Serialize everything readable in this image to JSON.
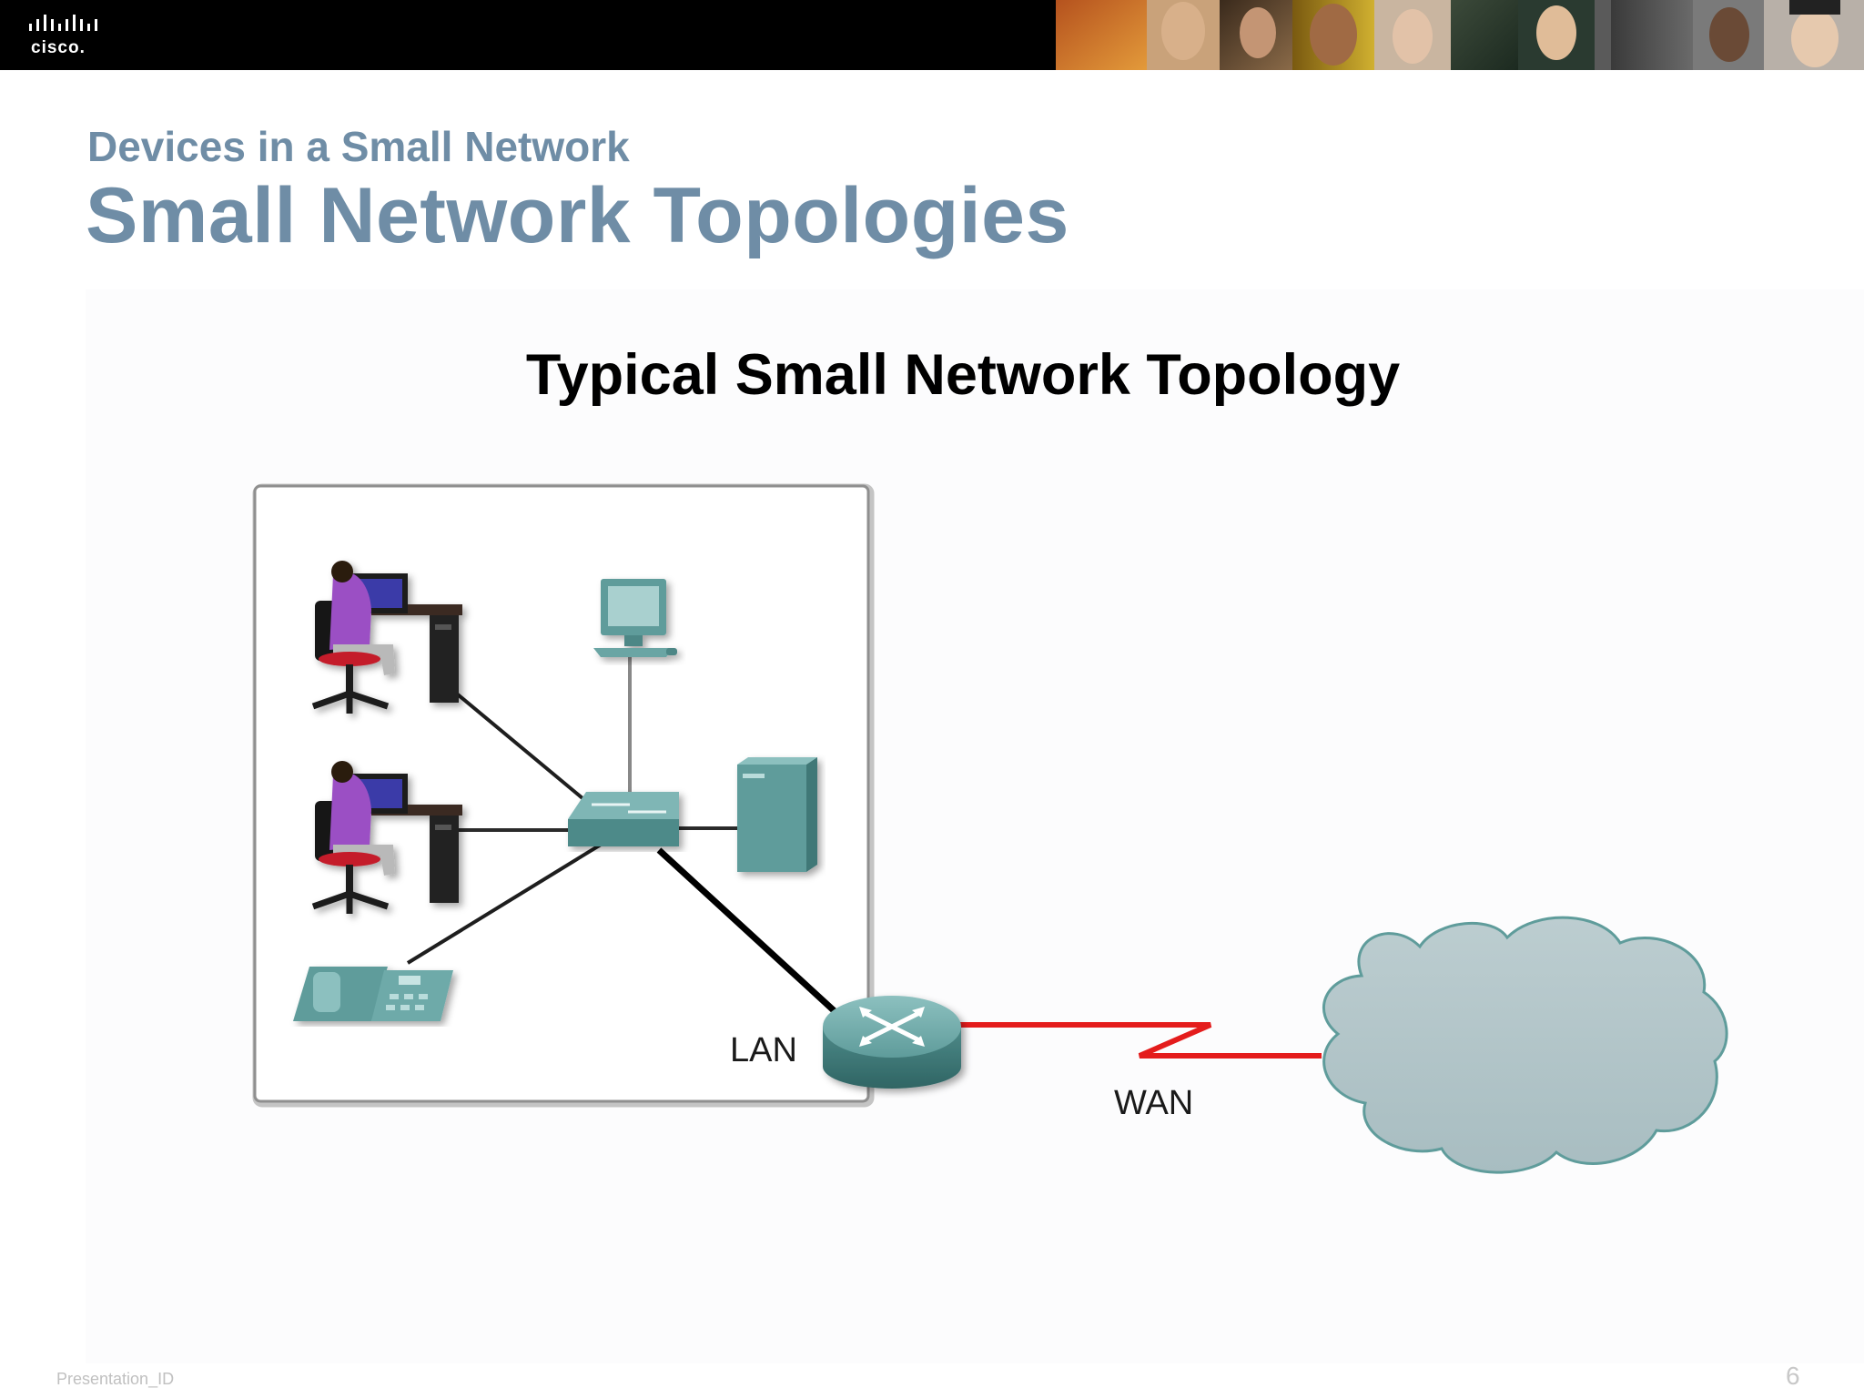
{
  "header": {
    "logo_text": "cisco.",
    "logo_icon": "cisco-bridge-logo",
    "photo_strip": "people-photo-strip"
  },
  "slide": {
    "section": "Devices in a Small Network",
    "title": "Small Network Topologies"
  },
  "diagram": {
    "title": "Typical Small Network Topology",
    "lan_label": "LAN",
    "wan_label": "WAN",
    "nodes": [
      "user-workstation",
      "user-workstation",
      "ip-phone",
      "pc",
      "switch",
      "server",
      "router",
      "cloud"
    ],
    "colors": {
      "device_teal": "#5f9c9b",
      "wan_link": "#e41c1c",
      "cloud": "#b5c7cb"
    }
  },
  "footer": {
    "presentation_id": "Presentation_ID",
    "page_number": "6"
  }
}
